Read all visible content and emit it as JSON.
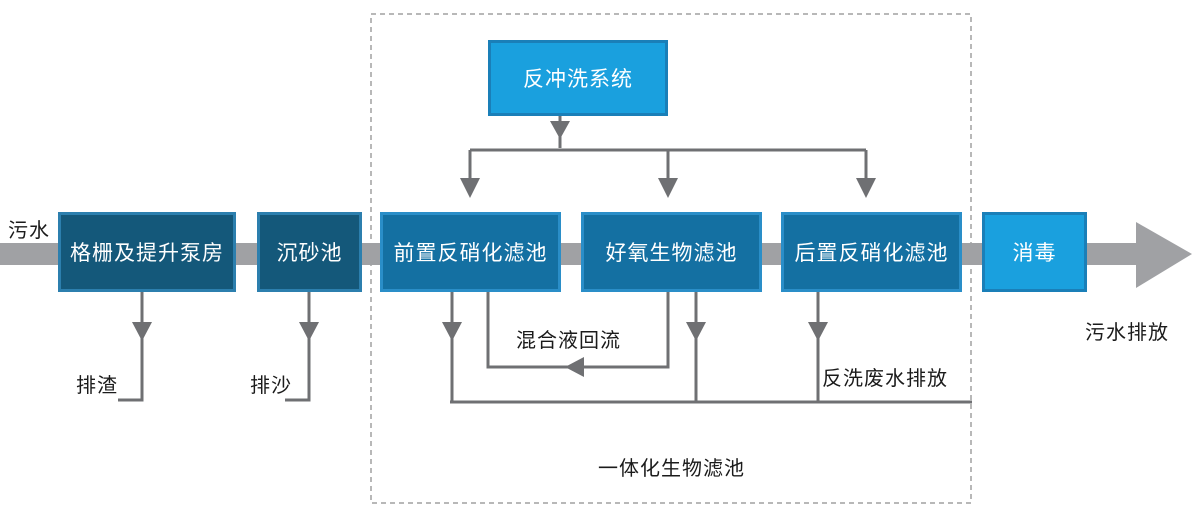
{
  "boxes": {
    "screen_pump": "格栅及提升泵房",
    "grit_tank": "沉砂池",
    "pre_denitrification": "前置反硝化滤池",
    "aerobic_filter": "好氧生物滤池",
    "post_denitrification": "后置反硝化滤池",
    "disinfection": "消毒",
    "backwash_system": "反冲洗系统"
  },
  "labels": {
    "sewage_in": "污水",
    "sewage_out": "污水排放",
    "slag_discharge": "排渣",
    "sand_discharge": "排沙",
    "mixed_liquor_return": "混合液回流",
    "backwash_wastewater": "反洗废水排放",
    "integrated_filter": "一体化生物滤池"
  },
  "colors": {
    "dark_box": "#14587a",
    "mid_box": "#1470a2",
    "light_box": "#1aa0de",
    "line": "#6f7073",
    "main_flow": "#a0a1a4",
    "dashed_border": "#b8b8b8"
  }
}
